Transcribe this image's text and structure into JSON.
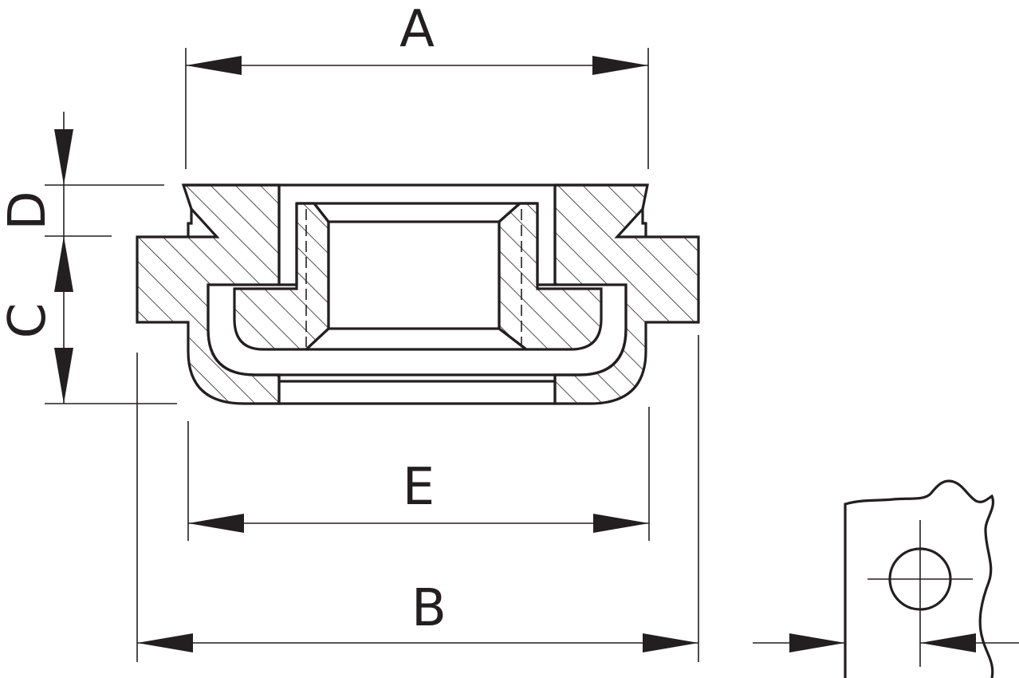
{
  "drawing": {
    "dimensions": {
      "a": "A",
      "b": "B",
      "c": "C",
      "d": "D",
      "e": "E"
    },
    "colors": {
      "ink": "#231f20",
      "background": "#ffffff"
    }
  }
}
